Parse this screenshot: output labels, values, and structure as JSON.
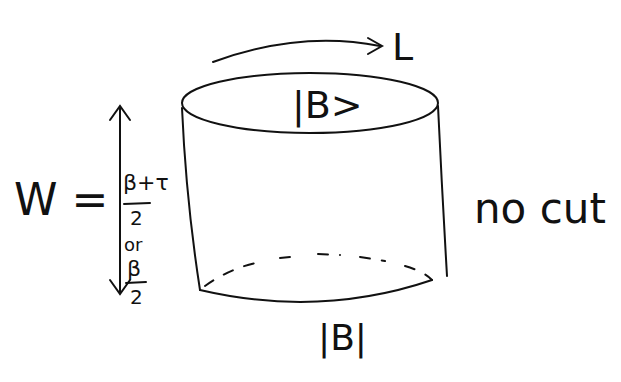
{
  "diagram": {
    "labels": [
      "L",
      "|B>",
      "W =",
      "β+τ",
      "2",
      "or",
      "β",
      "2",
      "no cut",
      "|B|"
    ]
  }
}
